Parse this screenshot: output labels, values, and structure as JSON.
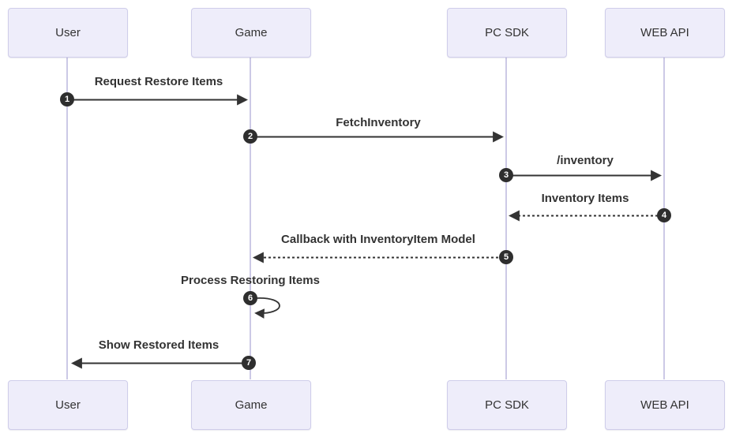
{
  "diagram": {
    "type": "sequence-diagram",
    "actors": [
      {
        "id": "user",
        "label": "User"
      },
      {
        "id": "game",
        "label": "Game"
      },
      {
        "id": "pc-sdk",
        "label": "PC SDK"
      },
      {
        "id": "web-api",
        "label": "WEB API"
      }
    ],
    "messages": [
      {
        "num": "1",
        "label": "Request Restore Items",
        "from": "User",
        "to": "Game",
        "line": "solid"
      },
      {
        "num": "2",
        "label": "FetchInventory",
        "from": "Game",
        "to": "PC SDK",
        "line": "solid"
      },
      {
        "num": "3",
        "label": "/inventory",
        "from": "PC SDK",
        "to": "WEB API",
        "line": "solid"
      },
      {
        "num": "4",
        "label": "Inventory Items",
        "from": "WEB API",
        "to": "PC SDK",
        "line": "dashed"
      },
      {
        "num": "5",
        "label": "Callback with InventoryItem Model",
        "from": "PC SDK",
        "to": "Game",
        "line": "dashed"
      },
      {
        "num": "6",
        "label": "Process Restoring Items",
        "from": "Game",
        "to": "Game",
        "line": "self-loop"
      },
      {
        "num": "7",
        "label": "Show Restored Items",
        "from": "Game",
        "to": "User",
        "line": "solid"
      }
    ],
    "colors": {
      "background": "#ffffff",
      "actor_fill": "#eeedfa",
      "actor_border": "#cfcdea",
      "lifeline": "#ccc9e6",
      "arrow": "#333333",
      "badge_fill": "#2e2e2e",
      "badge_text": "#ffffff",
      "text": "#333333"
    }
  }
}
